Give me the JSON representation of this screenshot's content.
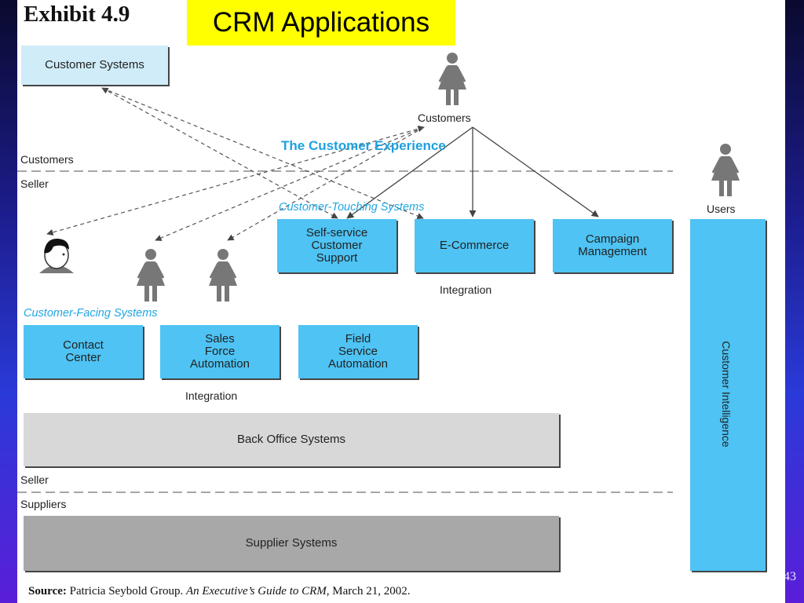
{
  "exhibit_label": "Exhibit 4.9",
  "slide_title": "CRM Applications",
  "page_number": "43",
  "labels": {
    "customers_actor": "Customers",
    "customer_experience": "The Customer Experience",
    "customers_zone": "Customers",
    "seller_zone_top": "Seller",
    "users_actor": "Users",
    "customer_touching": "Customer-Touching Systems",
    "customer_facing": "Customer-Facing Systems",
    "integration_top": "Integration",
    "integration_bottom": "Integration",
    "seller_zone_bottom": "Seller",
    "suppliers_zone": "Suppliers"
  },
  "boxes": {
    "customer_systems": "Customer Systems",
    "self_service": "Self-service\nCustomer\nSupport",
    "ecommerce": "E-Commerce",
    "campaign": "Campaign\nManagement",
    "contact_center": "Contact\nCenter",
    "sales_force": "Sales\nForce\nAutomation",
    "field_service": "Field\nService\nAutomation",
    "back_office": "Back Office Systems",
    "supplier_systems": "Supplier Systems",
    "customer_intelligence": "Customer Intelligence"
  },
  "source": {
    "prefix": "Source:",
    "author": "Patricia Seybold Group.",
    "book": "An Executive’s Guide to CRM,",
    "date": "March 21, 2002."
  },
  "colors": {
    "system_box": "#4ec3f4",
    "customer_systems_box": "#cfecf8",
    "back_office_box": "#d8d8d8",
    "supplier_box": "#a8a8a8",
    "highlight": "#ffff00",
    "accent_label": "#1ea0e0"
  }
}
